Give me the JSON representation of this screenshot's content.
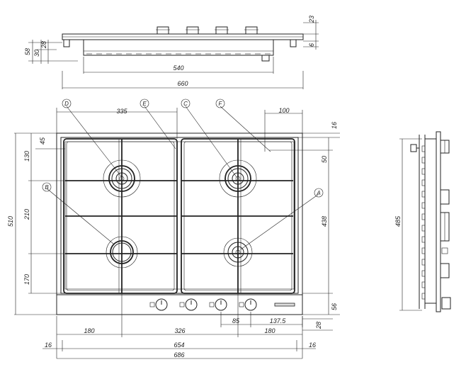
{
  "top_view": {
    "dims": {
      "height_total": "23",
      "height_right": "6",
      "height_58": "58",
      "height_30": "30",
      "height_28": "28",
      "width_540": "540",
      "width_660": "660"
    }
  },
  "front_view": {
    "dims": {
      "d335": "335",
      "d100": "100",
      "d16_top": "16",
      "d45": "45",
      "d130": "130",
      "d210": "210",
      "d170": "170",
      "d510": "510",
      "d50": "50",
      "d438": "438",
      "d56": "56",
      "d85": "85",
      "d137_5": "137.5",
      "d28": "28",
      "d180_left": "180",
      "d326": "326",
      "d180_right": "180",
      "d16_left": "16",
      "d654": "654",
      "d16_right": "16",
      "d686": "686"
    },
    "callouts": {
      "A": "A",
      "B": "B",
      "C": "C",
      "D": "D",
      "E": "E",
      "F": "F"
    }
  },
  "side_view": {
    "dims": {
      "d485": "485"
    }
  }
}
